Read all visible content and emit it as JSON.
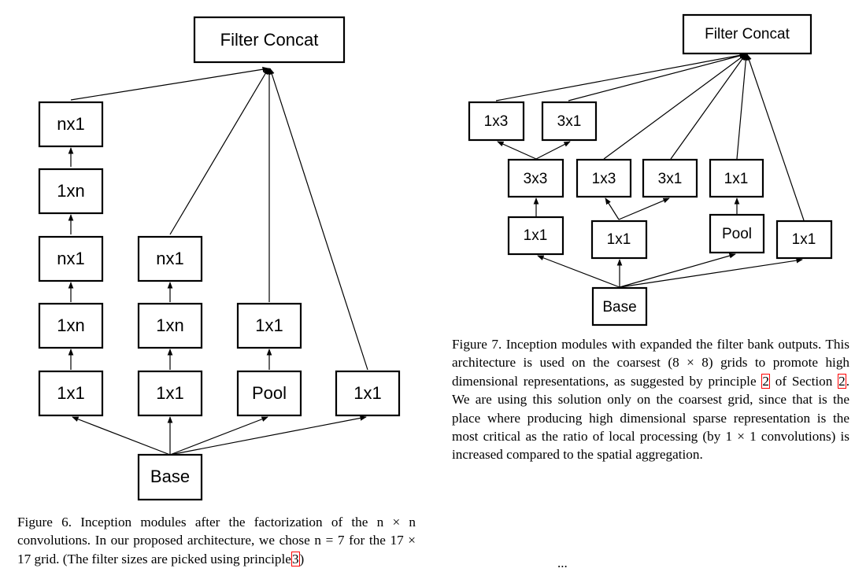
{
  "figure6": {
    "top": "Filter Concat",
    "base": "Base",
    "col1": [
      "nx1",
      "1xn",
      "nx1",
      "1xn",
      "1x1"
    ],
    "col2": [
      "nx1",
      "1xn",
      "1x1"
    ],
    "col3": [
      "1x1",
      "Pool"
    ],
    "col4": [
      "1x1"
    ],
    "caption": {
      "prefix": "Figure 6. Inception modules after the factorization of the",
      "math1": "n × n",
      "line2": "convolutions. In our proposed architecture, we chose",
      "math2": "n = 7",
      "line2b": "for the",
      "math3": "17 × 17",
      "line3": "grid. (The filter sizes are picked using principle",
      "ref": "3",
      "suffix": ")"
    }
  },
  "figure7": {
    "top": "Filter Concat",
    "base": "Base",
    "row_top": [
      "1x3",
      "3x1"
    ],
    "row_mid": [
      "3x3",
      "1x3",
      "3x1",
      "1x1"
    ],
    "row_low": [
      "1x1",
      "1x1",
      "Pool",
      "1x1"
    ],
    "caption": {
      "p1": "Figure 7. Inception modules with expanded the filter bank outputs. This architecture is used on the coarsest",
      "math1": "(8 × 8)",
      "p2": "grids to promote high dimensional representations, as suggested by principle",
      "ref1": "2",
      "p3": "of Section",
      "ref2": "2",
      "p4": ". We are using this solution only on the coarsest grid, since that is the place where producing high dimensional sparse representation is the most critical as the ratio of local processing (by",
      "math2": "1 × 1",
      "p5": "convolutions) is increased compared to the spatial aggregation."
    }
  },
  "footer": {
    "ellipsis": "..."
  }
}
